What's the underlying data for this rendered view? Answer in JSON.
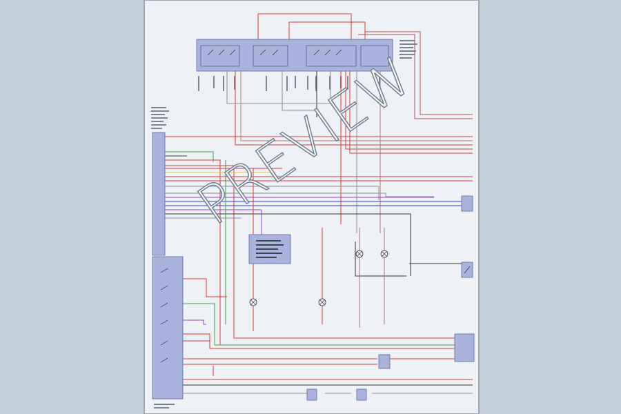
{
  "watermark": "PREVIEW",
  "colors": {
    "background": "#c3cfd9",
    "sheet": "#eef2f6",
    "relay_box": "#aab3dd",
    "wire_red": "#d63a3a",
    "wire_brown": "#b07a70",
    "wire_green": "#3fa04a",
    "wire_yellow": "#d8d23a",
    "wire_blue": "#2a3fd8",
    "wire_purple": "#a040c8",
    "wire_gray": "#8a8f96",
    "wire_black": "#333333"
  },
  "components": [
    {
      "id": "relay-block-top",
      "kind": "relay-block",
      "icon": "relay-switch-icon"
    },
    {
      "id": "control-module-left",
      "kind": "connector-module"
    },
    {
      "id": "light-switch-panel",
      "kind": "switch-panel",
      "icon": "switch-contact-icon"
    },
    {
      "id": "center-relay-box",
      "kind": "relay-box"
    },
    {
      "id": "left-lamp",
      "kind": "lamp",
      "icon": "lamp-icon"
    },
    {
      "id": "right-lamp",
      "kind": "lamp",
      "icon": "lamp-icon"
    },
    {
      "id": "low-lamp-left",
      "kind": "lamp",
      "icon": "lamp-icon"
    },
    {
      "id": "low-lamp-right",
      "kind": "lamp",
      "icon": "lamp-icon"
    },
    {
      "id": "right-connector",
      "kind": "connector"
    },
    {
      "id": "switch-right",
      "kind": "switch",
      "icon": "switch-contact-icon"
    },
    {
      "id": "module-bottom-right",
      "kind": "connector-module"
    },
    {
      "id": "small-box-bottom",
      "kind": "connector"
    },
    {
      "id": "ground-1",
      "kind": "ground"
    },
    {
      "id": "ground-2",
      "kind": "ground"
    }
  ]
}
